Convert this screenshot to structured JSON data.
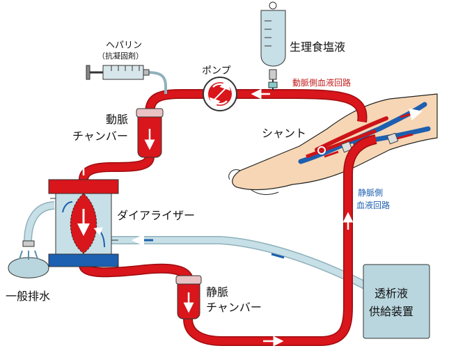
{
  "labels": {
    "heparin": "ヘパリン",
    "heparin_note": "（抗凝固剤）",
    "pump": "ポンプ",
    "saline": "生理食塩液",
    "arterial_circuit": "動脈側血液回路",
    "arterial_chamber_1": "動脈",
    "arterial_chamber_2": "チャンバー",
    "shunt": "シャント",
    "dialyzer": "ダイアライザー",
    "venous_circuit_1": "静脈側",
    "venous_circuit_2": "血液回路",
    "venous_chamber_1": "静脈",
    "venous_chamber_2": "チャンバー",
    "supply_1": "透析液",
    "supply_2": "供給装置",
    "drain": "一般排水"
  },
  "colors": {
    "blood": "#d8161b",
    "blood_dark": "#9e0b0f",
    "dialysate": "#c7dfe6",
    "vein_blue": "#1d5fb0",
    "skin": "#f6d6b4",
    "supply_box": "#b9d6df"
  }
}
